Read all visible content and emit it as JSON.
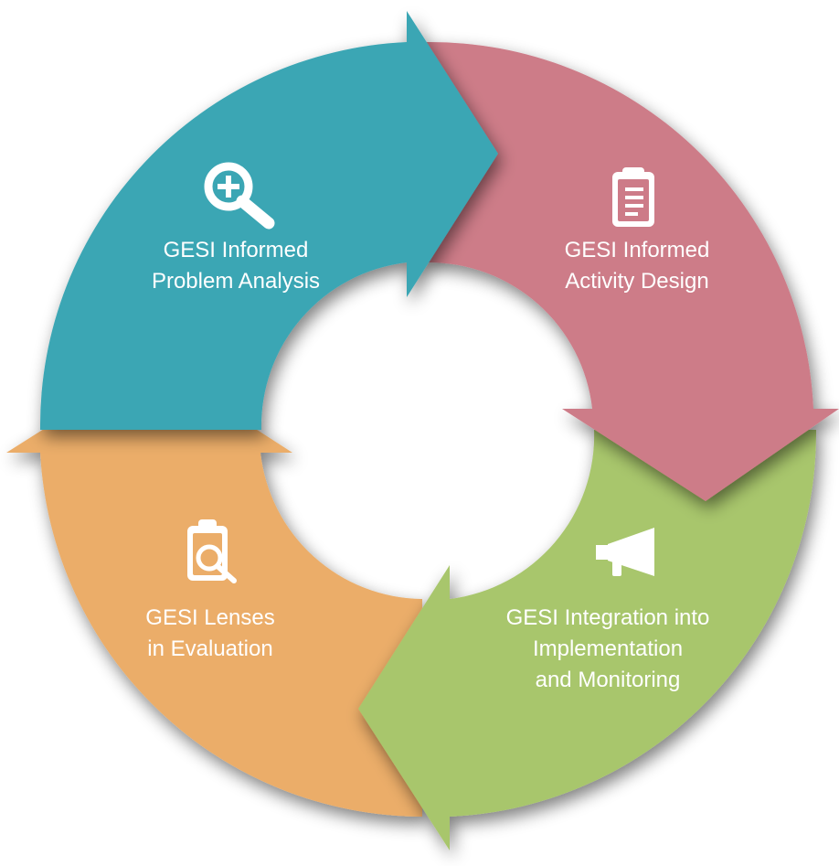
{
  "diagram": {
    "type": "cycle",
    "colors": {
      "analysis": "#3aa6b4",
      "design": "#cd7b88",
      "implementation": "#a8c66c",
      "evaluation": "#ebad69"
    },
    "stages": [
      {
        "id": "analysis",
        "icon": "magnifier-plus-icon",
        "lines": [
          "GESI Informed",
          "Problem Analysis"
        ]
      },
      {
        "id": "design",
        "icon": "clipboard-icon",
        "lines": [
          "GESI Informed",
          "Activity Design"
        ]
      },
      {
        "id": "implementation",
        "icon": "megaphone-icon",
        "lines": [
          "GESI Integration into",
          "Implementation",
          "and Monitoring"
        ]
      },
      {
        "id": "evaluation",
        "icon": "clipboard-search-icon",
        "lines": [
          "GESI Lenses",
          "in Evaluation"
        ]
      }
    ]
  }
}
